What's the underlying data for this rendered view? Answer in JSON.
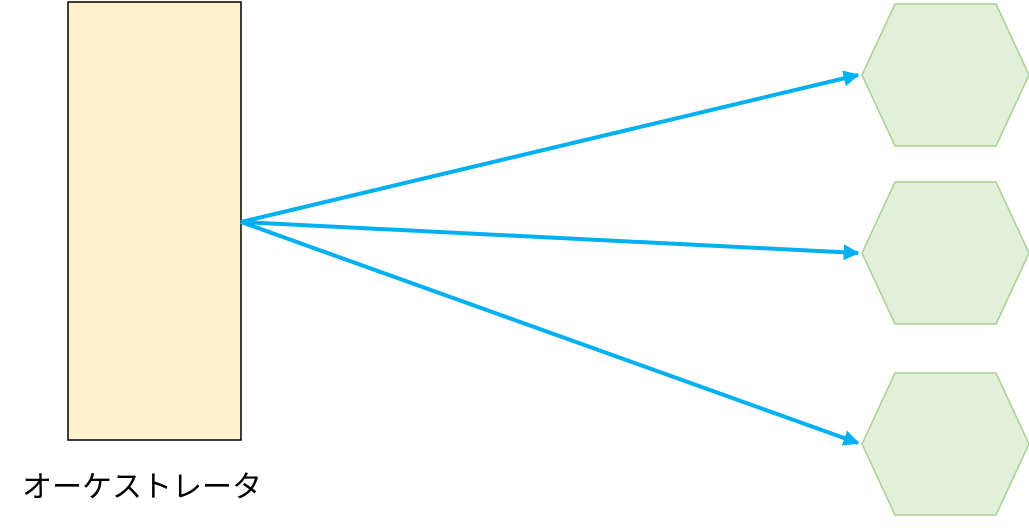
{
  "orchestrator": {
    "label": "オーケストレータ",
    "fill": "#fff2cc",
    "stroke": "#000000"
  },
  "workers": {
    "count": 3,
    "fill": "#e2efda",
    "stroke": "#a9d18e"
  },
  "arrows": {
    "color": "#00b0f0",
    "from": "orchestrator",
    "to": [
      "worker-1",
      "worker-2",
      "worker-3"
    ]
  }
}
